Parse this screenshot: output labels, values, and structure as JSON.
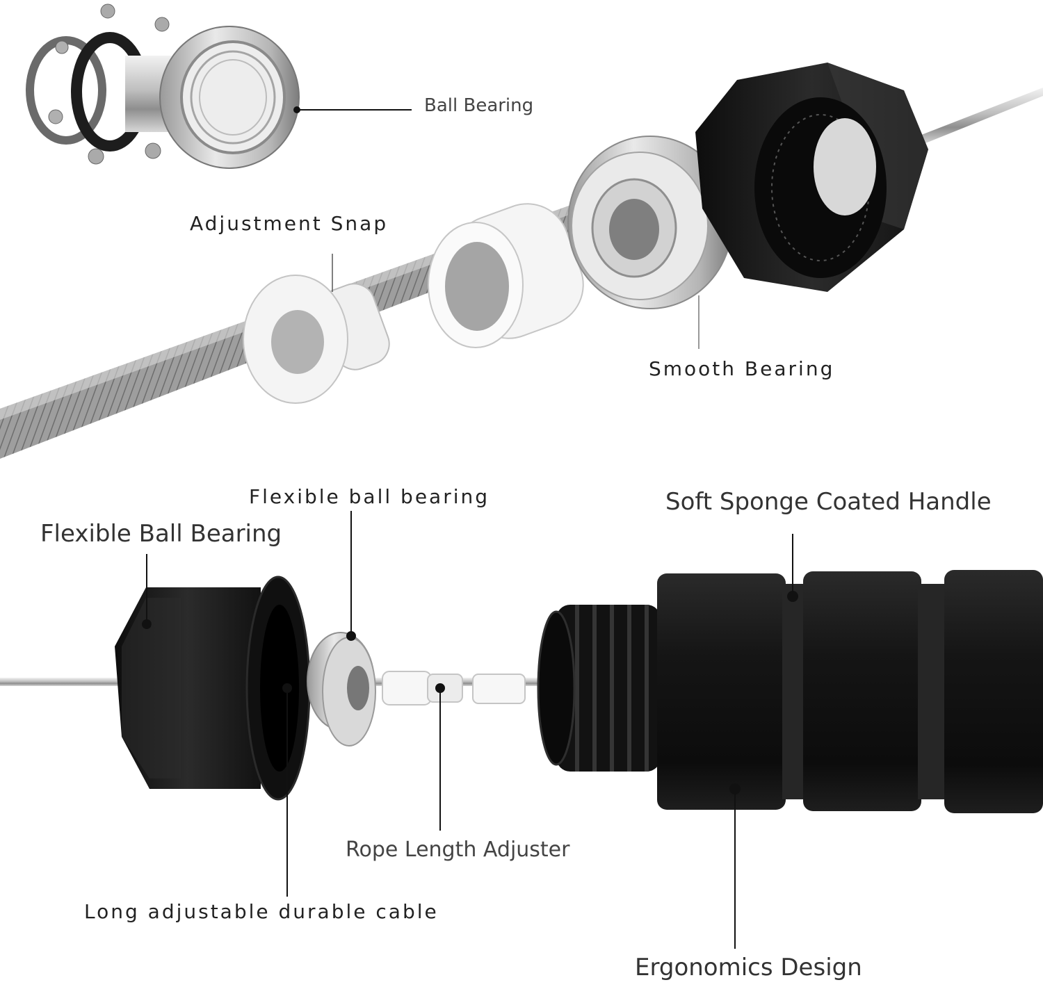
{
  "labels": {
    "ball_bearing": "Ball Bearing",
    "adjustment_snap": "Adjustment Snap",
    "smooth_bearing": "Smooth Bearing",
    "flexible_ball_bearing_lower": "Flexible ball bearing",
    "flexible_ball_bearing_title": "Flexible Ball Bearing",
    "soft_sponge_handle": "Soft Sponge Coated Handle",
    "rope_length_adjuster": "Rope Length Adjuster",
    "long_cable": "Long adjustable durable cable",
    "ergonomics_design": "Ergonomics Design"
  },
  "colors": {
    "background": "#ffffff",
    "text": "#222222",
    "leader_line": "#111111",
    "handle_black": "#1a1a1a",
    "metal": "#c9c9c9",
    "plastic_white": "#f4f4f4"
  },
  "icons": {
    "bearing_exploded": "exploded-ball-bearing-icon",
    "cable": "steel-cable-icon",
    "handle": "foam-handle-icon",
    "cap": "octagonal-end-cap-icon"
  }
}
